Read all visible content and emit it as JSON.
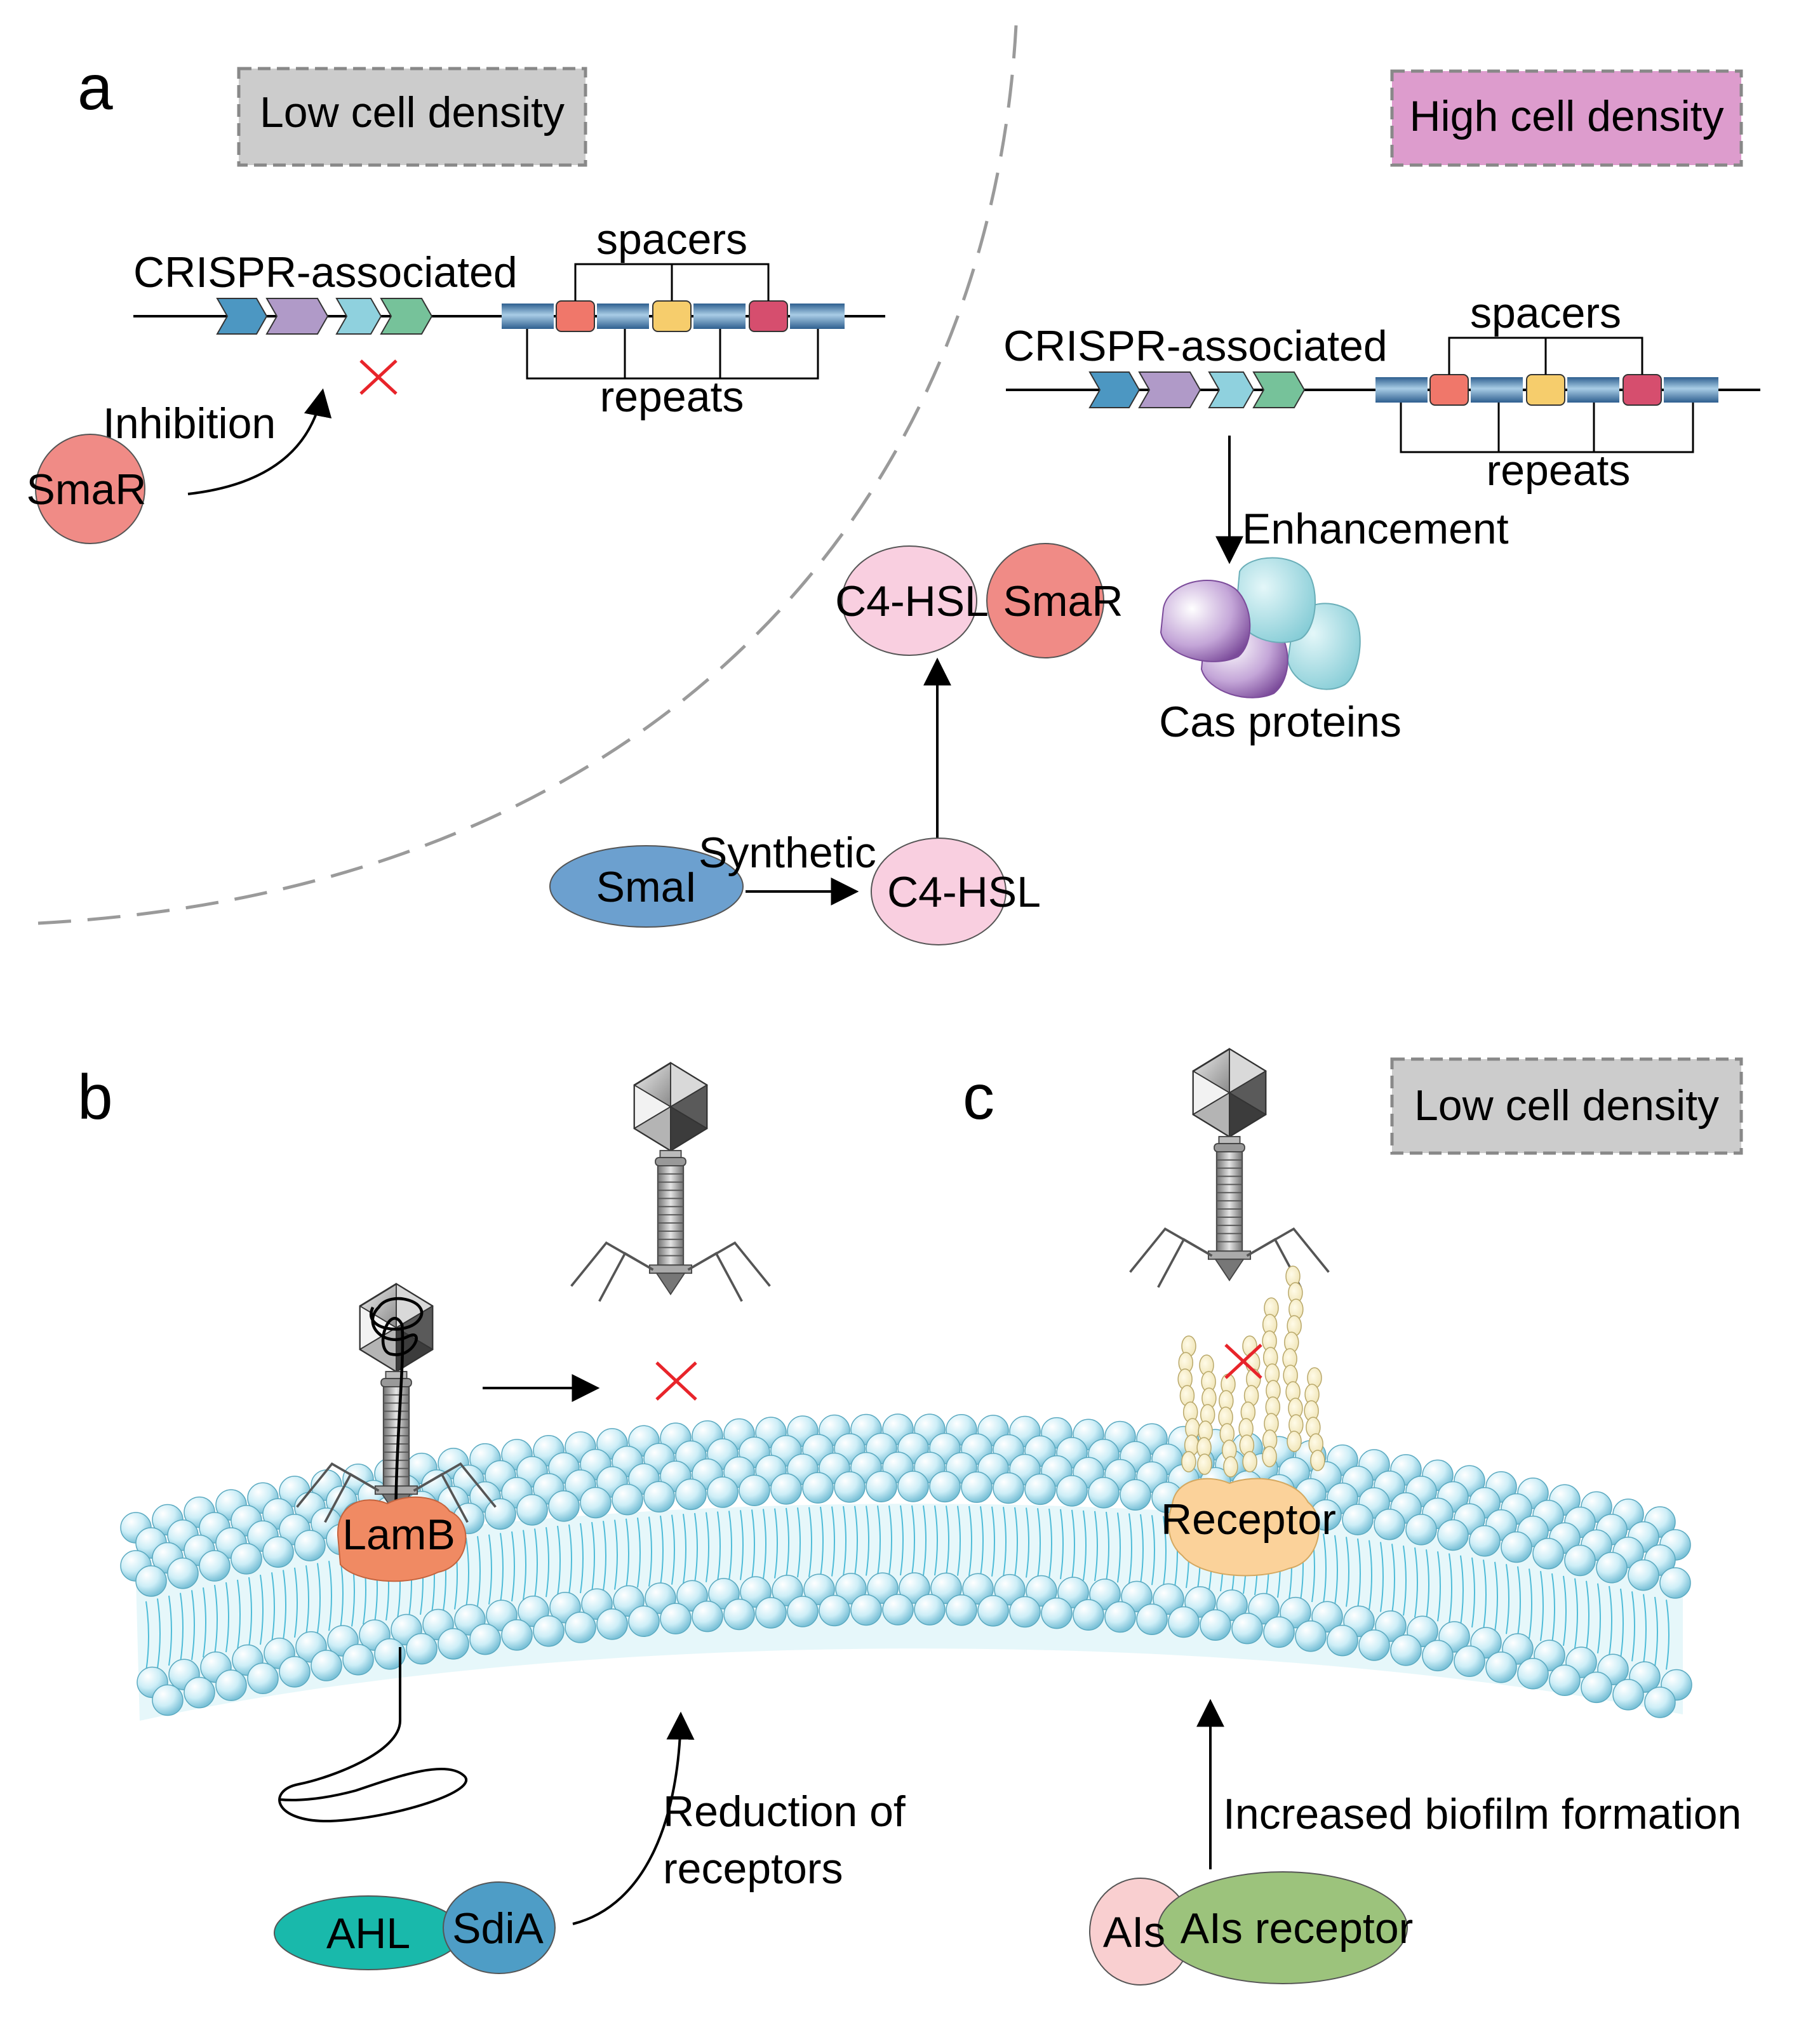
{
  "panels": {
    "a": "a",
    "b": "b",
    "c": "c"
  },
  "density_boxes": {
    "a_low": "Low cell density",
    "a_high": "High cell density",
    "c_low": "Low cell density"
  },
  "panel_a": {
    "left_crispr_title": "CRISPR-associated",
    "left_spacers": "spacers",
    "left_repeats": "repeats",
    "inhibition": "Inhibition",
    "smar": "SmaR",
    "right_crispr_title": "CRISPR-associated",
    "right_spacers": "spacers",
    "right_repeats": "repeats",
    "enhancement": "Enhancement",
    "cas_proteins": "Cas proteins",
    "complex_c4": "C4-HSL",
    "complex_smar": "SmaR",
    "smai": "SmaI",
    "synthetic": "Synthetic",
    "c4hsl": "C4-HSL"
  },
  "panel_b": {
    "lamb": "LamB",
    "reduction_line1": "Reduction of",
    "reduction_line2": "receptors",
    "ahl": "AHL",
    "sdia": "SdiA"
  },
  "panel_c": {
    "receptor": "Receptor",
    "biofilm": "Increased biofilm formation",
    "ais": "AIs",
    "ais_receptor": "AIs receptor"
  },
  "colors": {
    "low_density_box": "#cccccc",
    "high_density_box": "#dd9ccd",
    "smar": "#f08b86",
    "c4hsl": "#f9cfe0",
    "smai": "#6ca0cf",
    "ahl": "#19b9ab",
    "sdia": "#4e9dc6",
    "ais": "#f9cfd0",
    "ais_receptor": "#9cc37c",
    "lamb": "#f08a63",
    "receptor": "#fbd29a",
    "gene_blue": "#4c97c2",
    "gene_purple": "#b09ac8",
    "gene_cyan": "#8fd1de",
    "gene_green": "#76c29a",
    "spacer_red": "#f0776a",
    "spacer_yellow": "#f6cd6c",
    "spacer_crimson": "#d64e6e",
    "membrane_bead": "#bfe6f2",
    "x_mark": "#e8242a"
  }
}
